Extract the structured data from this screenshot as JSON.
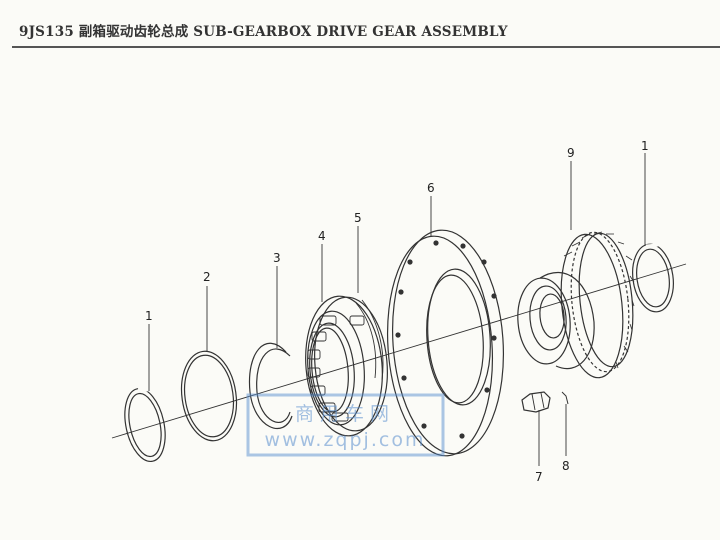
{
  "header": {
    "title": "9JS135 副箱驱动齿轮总成 SUB-GEARBOX DRIVE GEAR ASSEMBLY"
  },
  "callouts": [
    "1",
    "2",
    "3",
    "4",
    "5",
    "6",
    "7",
    "8",
    "9",
    "1"
  ],
  "watermark": {
    "name": "商用车网",
    "url": "www.zqpj.com"
  },
  "colors": {
    "line": "#333333",
    "watermark": "#5a8fcf",
    "background": "#fbfbf7"
  }
}
